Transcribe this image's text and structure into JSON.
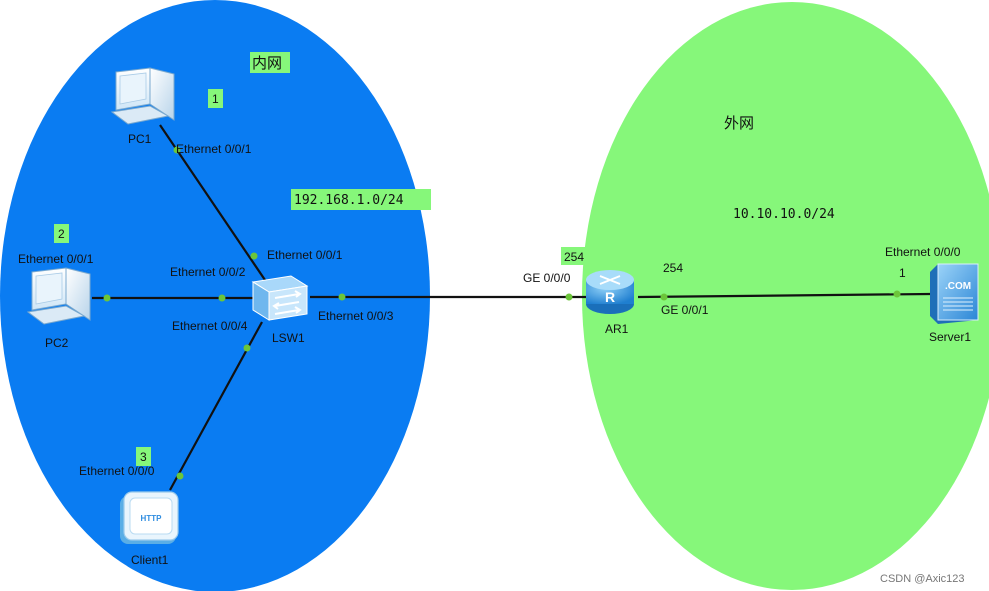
{
  "zones": {
    "inner": {
      "name": "内网",
      "color": "#0a7cf2",
      "subnet": "192.168.1.0/24"
    },
    "outer": {
      "name": "外网",
      "color": "#86f77a",
      "subnet": "10.10.10.0/24"
    }
  },
  "colors": {
    "tag": "#86f77a",
    "port_dot": "#6cc63a",
    "link": "#111111"
  },
  "devices": {
    "pc1": {
      "name": "PC1",
      "tag": "1",
      "icon": "pc-icon"
    },
    "pc2": {
      "name": "PC2",
      "tag": "2",
      "icon": "pc-icon"
    },
    "client1": {
      "name": "Client1",
      "tag": "3",
      "icon": "http-client-icon"
    },
    "lsw1": {
      "name": "LSW1",
      "icon": "switch-icon"
    },
    "ar1": {
      "name": "AR1",
      "icon": "router-icon",
      "tag_left": "254",
      "tag_right": "254"
    },
    "server1": {
      "name": "Server1",
      "tag": "1",
      "icon": "server-icon",
      "icon_text": ".COM"
    },
    "http_badge": "HTTP"
  },
  "ports": {
    "pc1_eth": "Ethernet 0/0/1",
    "pc2_eth": "Ethernet 0/0/1",
    "client1_eth": "Ethernet 0/0/0",
    "lsw1_e1": "Ethernet 0/0/1",
    "lsw1_e2": "Ethernet 0/0/2",
    "lsw1_e3": "Ethernet 0/0/3",
    "lsw1_e4": "Ethernet 0/0/4",
    "ar1_ge0": "GE 0/0/0",
    "ar1_ge1": "GE 0/0/1",
    "server1_eth": "Ethernet 0/0/0"
  },
  "watermark": "CSDN @Axic123"
}
